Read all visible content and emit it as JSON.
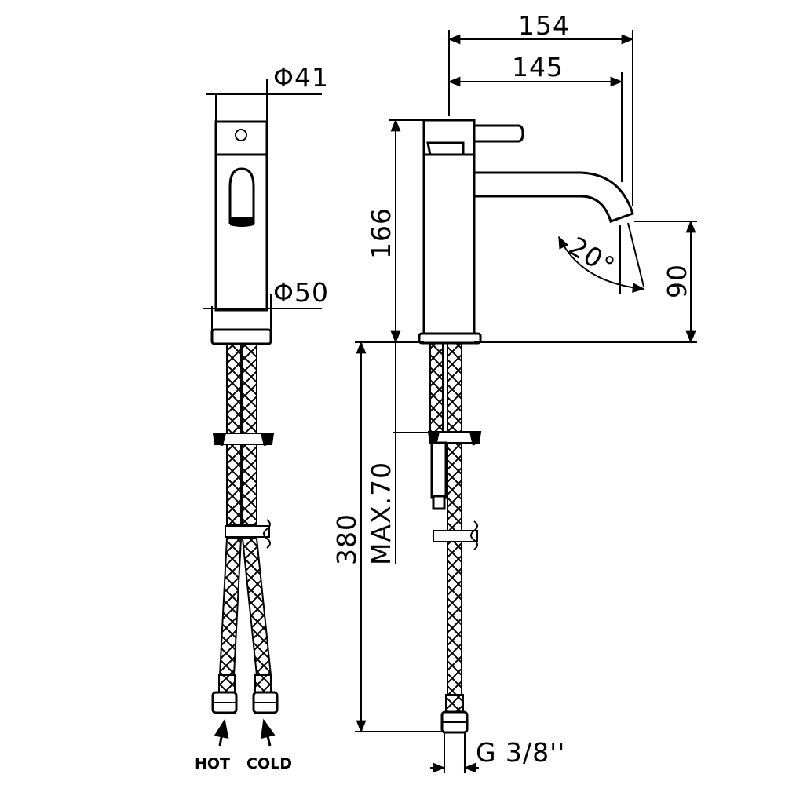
{
  "dimensions": {
    "front_top_diameter": "Φ41",
    "front_base_diameter": "Φ50",
    "total_length": "154",
    "spout_reach": "145",
    "body_height": "166",
    "spout_height": "90",
    "spout_angle": "20°",
    "hose_length": "380",
    "max_counter_thickness": "MAX.70",
    "thread": "G 3/8''"
  },
  "labels": {
    "hot": "HOT",
    "cold": "COLD"
  },
  "colors": {
    "line": "#000000",
    "background": "#ffffff"
  }
}
